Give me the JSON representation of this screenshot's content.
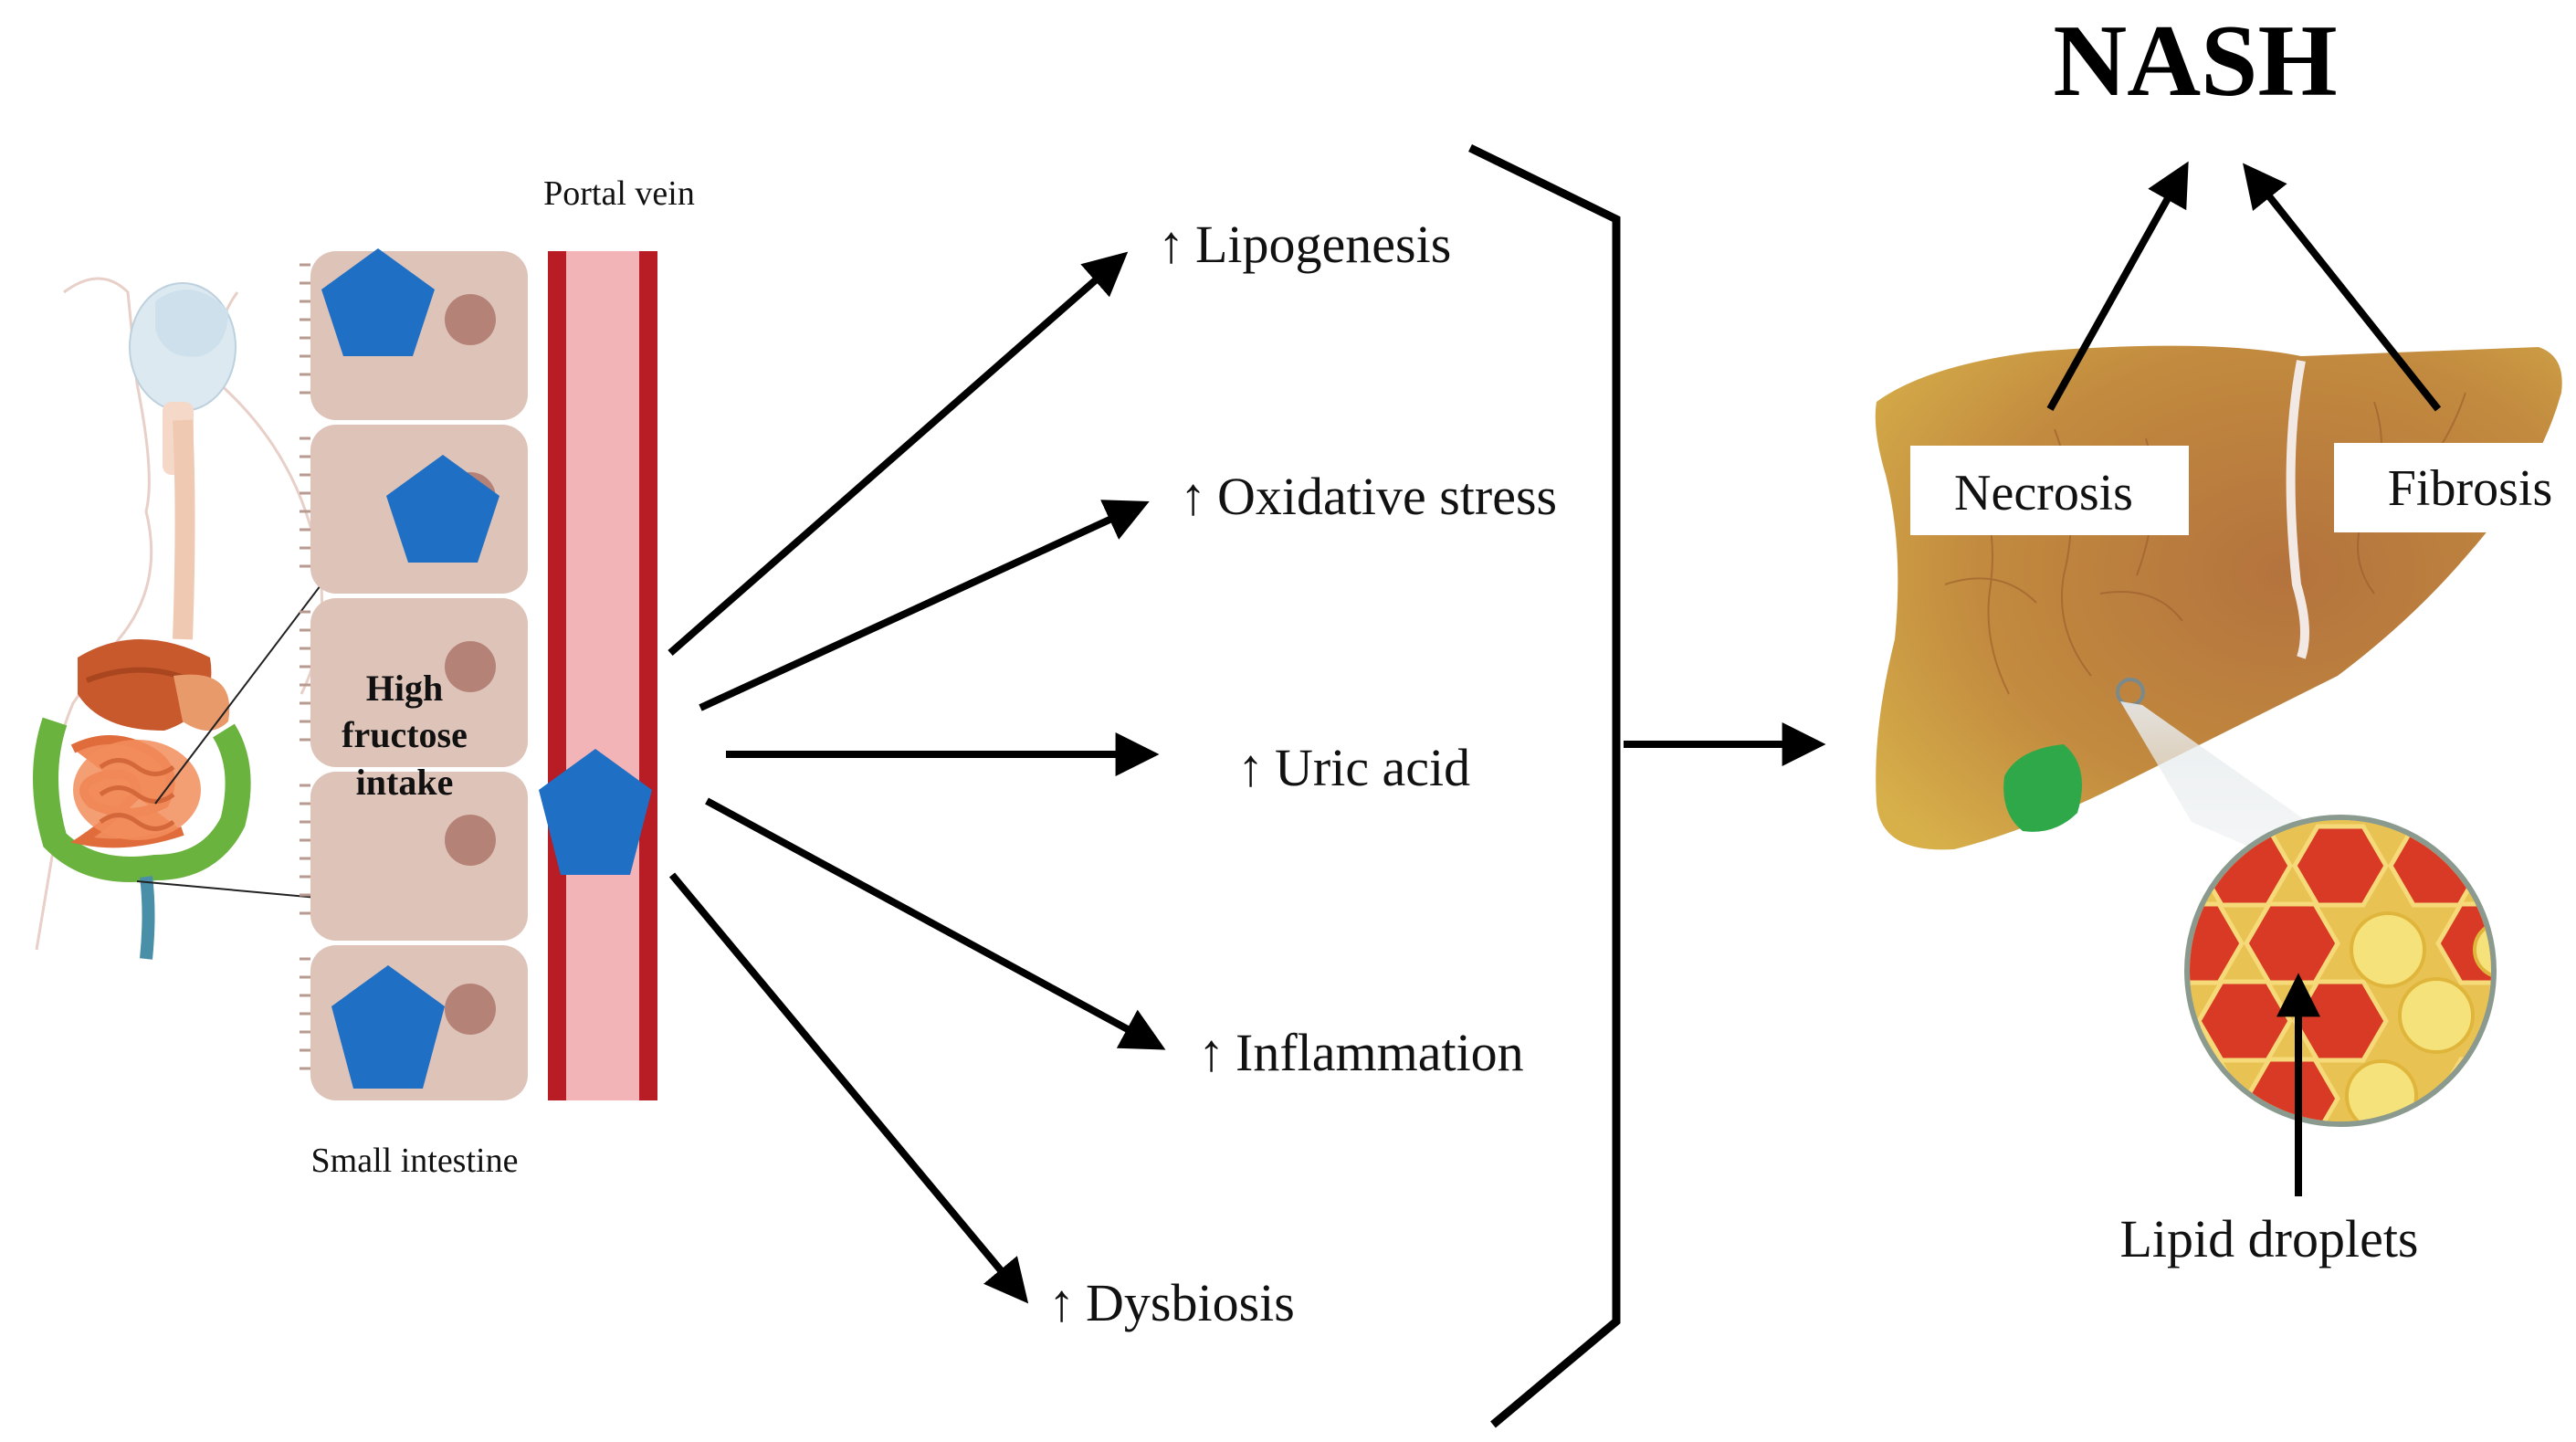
{
  "labels": {
    "portal_vein": "Portal vein",
    "small_intestine": "Small intestine",
    "high_fructose_line1": "High",
    "high_fructose_line2": "fructose",
    "high_fructose_line3": "intake",
    "nash": "NASH",
    "necrosis": "Necrosis",
    "fibrosis": "Fibrosis",
    "lipid_droplets": "Lipid droplets"
  },
  "effects": [
    {
      "arrow": "↑",
      "text": "Lipogenesis"
    },
    {
      "arrow": "↑",
      "text": "Oxidative stress"
    },
    {
      "arrow": "↑",
      "text": "Uric acid"
    },
    {
      "arrow": "↑",
      "text": "Inflammation"
    },
    {
      "arrow": "↑",
      "text": "Dysbiosis"
    }
  ],
  "colors": {
    "fructose_pentagon": "#1f6fc4",
    "cell_fill": "#dec3b8",
    "nucleus": "#b58277",
    "vein_outer": "#b81c24",
    "vein_inner": "#f2b4b6",
    "liver": "#c38a3b",
    "gallbladder": "#2fa84a",
    "droplet_red": "#d83a26",
    "droplet_yellow": "#f4d75a"
  }
}
